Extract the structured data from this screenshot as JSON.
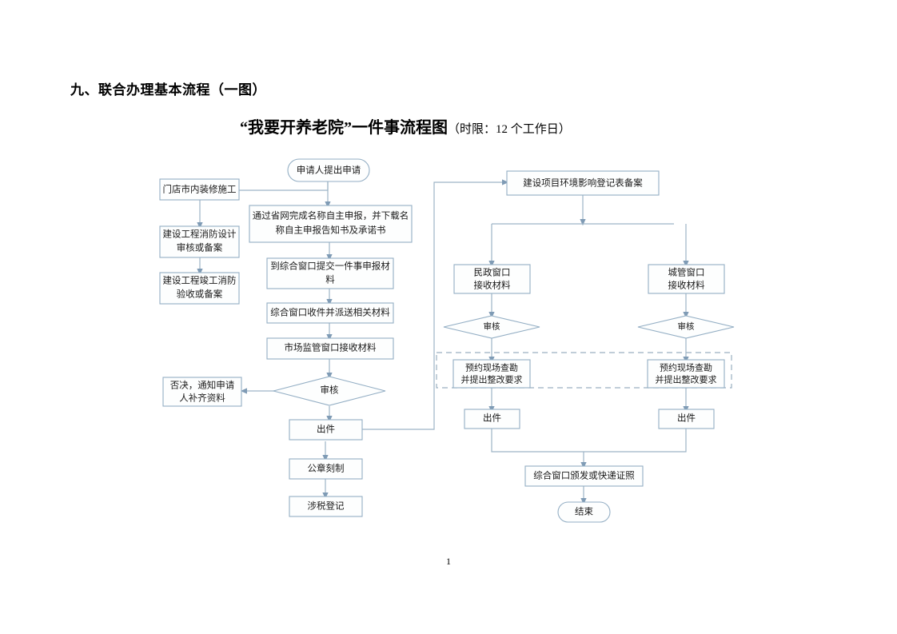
{
  "document": {
    "heading": "九、联合办理基本流程（一图）",
    "subtitle_main": "“我要开养老院”一件事流程图",
    "subtitle_paren": "（时限：12 个工作日）",
    "page_number": "1"
  },
  "colors": {
    "node_border": "#93aec4",
    "node_fill": "#fdfefe",
    "edge": "#9db4c6",
    "arrowhead": "#7f9bb5",
    "dashed_group_border": "#9aafc0",
    "text": "#1a1a1a"
  },
  "flowchart": {
    "type": "flowchart",
    "title": "“我要开养老院”一件事流程图",
    "time_limit": "12 个工作日",
    "nodes": [
      {
        "id": "start",
        "label": "申请人提出申请",
        "shape": "stadium"
      },
      {
        "id": "decor",
        "label": "门店市内装修施工",
        "shape": "rect"
      },
      {
        "id": "fire-design",
        "label": "建设工程消防设计\n审核或备案",
        "shape": "rect"
      },
      {
        "id": "fire-accept",
        "label": "建设工程竣工消防\n验收或备案",
        "shape": "rect"
      },
      {
        "id": "name-decl",
        "label": "通过省网完成名称自主申报，并下载名\n称自主申报告知书及承诺书",
        "shape": "rect"
      },
      {
        "id": "submit",
        "label": "到综合窗口提交一件事申报材\n料",
        "shape": "rect"
      },
      {
        "id": "dispatch",
        "label": "综合窗口收件并派送相关材料",
        "shape": "rect"
      },
      {
        "id": "market-recv",
        "label": "市场监管窗口接收材料",
        "shape": "rect"
      },
      {
        "id": "review-1",
        "label": "审核",
        "shape": "diamond"
      },
      {
        "id": "reject",
        "label": "否决，通知申请\n人补齐资料",
        "shape": "rect"
      },
      {
        "id": "issue-1",
        "label": "出件",
        "shape": "rect"
      },
      {
        "id": "seal",
        "label": "公章刻制",
        "shape": "rect"
      },
      {
        "id": "tax",
        "label": "涉税登记",
        "shape": "rect"
      },
      {
        "id": "env-record",
        "label": "建设项目环境影响登记表备案",
        "shape": "rect"
      },
      {
        "id": "civil-recv",
        "label": "民政窗口\n接收材料",
        "shape": "rect"
      },
      {
        "id": "urban-recv",
        "label": "城管窗口\n接收材料",
        "shape": "rect"
      },
      {
        "id": "review-2",
        "label": "审核",
        "shape": "diamond"
      },
      {
        "id": "review-3",
        "label": "审核",
        "shape": "diamond"
      },
      {
        "id": "survey-1",
        "label": "预约现场查勘\n并提出整改要求",
        "shape": "rect"
      },
      {
        "id": "survey-2",
        "label": "预约现场查勘\n并提出整改要求",
        "shape": "rect"
      },
      {
        "id": "issue-2",
        "label": "出件",
        "shape": "rect"
      },
      {
        "id": "issue-3",
        "label": "出件",
        "shape": "rect"
      },
      {
        "id": "deliver",
        "label": "综合窗口颁发或快递证照",
        "shape": "rect"
      },
      {
        "id": "end",
        "label": "结束",
        "shape": "stadium"
      }
    ],
    "groups": [
      {
        "id": "onsite-survey-group",
        "label": "",
        "style": "dashed",
        "members": [
          "survey-1",
          "survey-2"
        ]
      }
    ],
    "edges": [
      {
        "from": "start",
        "to": "decor"
      },
      {
        "from": "start",
        "to": "name-decl"
      },
      {
        "from": "decor",
        "to": "fire-design"
      },
      {
        "from": "fire-design",
        "to": "fire-accept"
      },
      {
        "from": "name-decl",
        "to": "submit"
      },
      {
        "from": "submit",
        "to": "dispatch"
      },
      {
        "from": "dispatch",
        "to": "market-recv"
      },
      {
        "from": "market-recv",
        "to": "review-1"
      },
      {
        "from": "review-1",
        "to": "reject"
      },
      {
        "from": "review-1",
        "to": "issue-1"
      },
      {
        "from": "issue-1",
        "to": "seal"
      },
      {
        "from": "seal",
        "to": "tax"
      },
      {
        "from": "issue-1",
        "to": "env-record"
      },
      {
        "from": "env-record",
        "to": "civil-recv"
      },
      {
        "from": "env-record",
        "to": "urban-recv"
      },
      {
        "from": "civil-recv",
        "to": "review-2"
      },
      {
        "from": "urban-recv",
        "to": "review-3"
      },
      {
        "from": "review-2",
        "to": "survey-1"
      },
      {
        "from": "review-3",
        "to": "survey-2"
      },
      {
        "from": "survey-1",
        "to": "issue-2"
      },
      {
        "from": "survey-2",
        "to": "issue-3"
      },
      {
        "from": "issue-2",
        "to": "deliver"
      },
      {
        "from": "issue-3",
        "to": "deliver"
      },
      {
        "from": "deliver",
        "to": "end"
      }
    ]
  }
}
